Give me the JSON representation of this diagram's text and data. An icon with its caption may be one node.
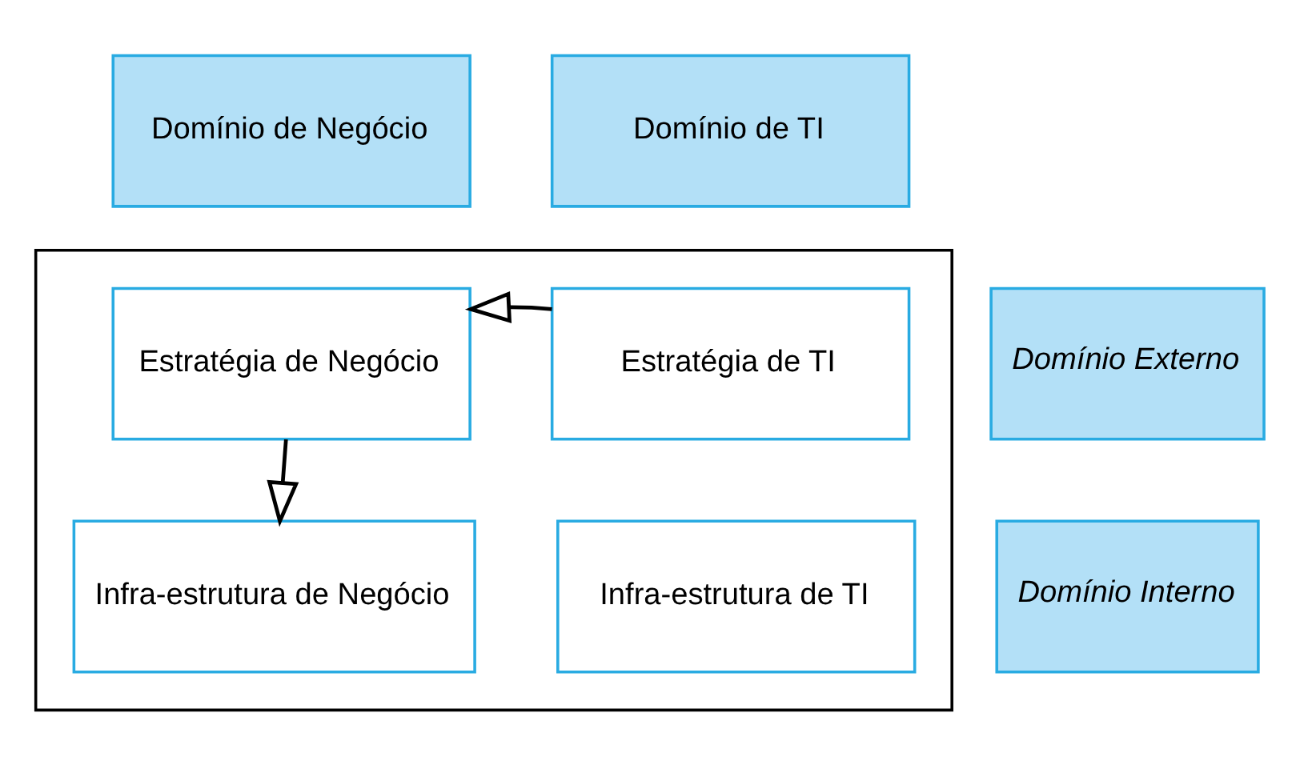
{
  "diagram": {
    "nodes": [
      {
        "text": [
          "Domínio de Negócio"
        ]
      },
      {
        "text": [
          "Domínio de TI"
        ]
      },
      {
        "text": [
          "Domínio Externo"
        ]
      },
      {
        "text": [],
        "shape": "box"
      },
      {
        "text": [
          "Estratégia de Negócio"
        ],
        "in": 3
      },
      {
        "text": [
          "Estratégia de TI"
        ],
        "in": 3
      },
      {
        "text": [
          "Domínio Interno"
        ]
      },
      {
        "text": [
          "Infra-estrutura de Negócio"
        ],
        "in": 3
      },
      {
        "text": [
          "Infra-estrutura de TI"
        ],
        "in": 3
      }
    ],
    "edges": [
      {
        "from": 5,
        "to": 4,
        "arrow": "to"
      },
      {
        "from": 4,
        "to": 7,
        "arrow": "to"
      }
    ]
  }
}
